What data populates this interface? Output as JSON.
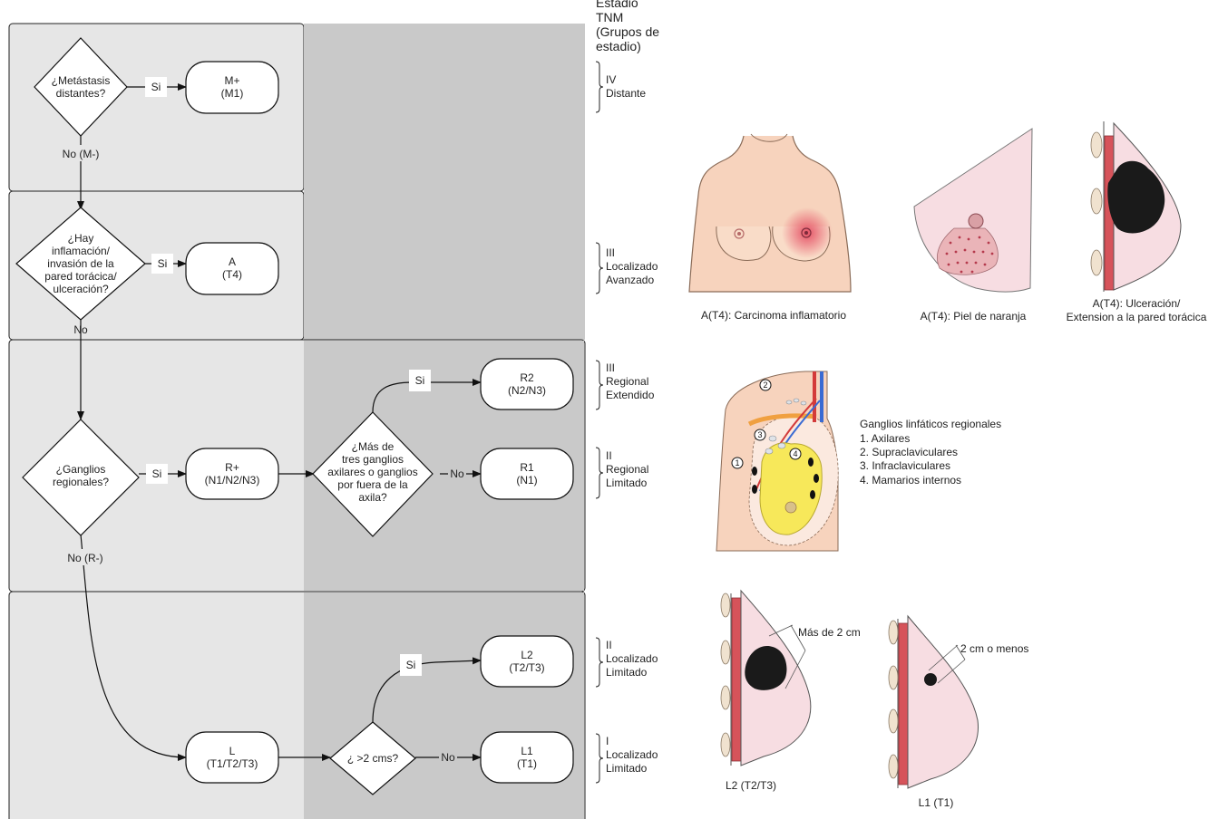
{
  "stage_header": [
    "Estadio",
    "TNM",
    "(Grupos de",
    "estadio)"
  ],
  "nodes": {
    "q_metastasis": [
      "¿Metástasis",
      "distantes?"
    ],
    "r_mplus": [
      "M+",
      "(M1)"
    ],
    "q_inflamacion": [
      "¿Hay",
      "inflamación/",
      "invasión de la",
      "pared torácica/",
      "ulceración?"
    ],
    "r_a": [
      "A",
      "(T4)"
    ],
    "q_ganglios": [
      "¿Ganglios",
      "regionales?"
    ],
    "r_rplus": [
      "R+",
      "(N1/N2/N3)"
    ],
    "q_tres": [
      "¿Más de",
      "tres ganglios",
      "axilares o ganglios",
      "por fuera de la",
      "axila?"
    ],
    "r_r2": [
      "R2",
      "(N2/N3)"
    ],
    "r_r1": [
      "R1",
      "(N1)"
    ],
    "r_l": [
      "L",
      "(T1/T2/T3)"
    ],
    "q_size": [
      "¿ >2 cms?"
    ],
    "r_l2": [
      "L2",
      "(T2/T3)"
    ],
    "r_l1": [
      "L1",
      "(T1)"
    ]
  },
  "edge_labels": {
    "si": "Si",
    "no": "No",
    "no_m": "No (M-)",
    "no_r": "No (R-)"
  },
  "stages": [
    [
      "IV",
      "Distante"
    ],
    [
      "III",
      "Localizado",
      "Avanzado"
    ],
    [
      "III",
      "Regional",
      "Extendido"
    ],
    [
      "II",
      "Regional",
      "Limitado"
    ],
    [
      "II",
      "Localizado",
      "Limitado"
    ],
    [
      "I",
      "Localizado",
      "Limitado"
    ]
  ],
  "captions": {
    "inflamatorio": [
      "A(T4): Carcinoma inflamatorio"
    ],
    "naranja": [
      "A(T4): Piel de naranja"
    ],
    "ulceracion": [
      "A(T4): Ulceración/",
      "Extension a la pared torácica"
    ],
    "l2": [
      "L2 (T2/T3)"
    ],
    "l1": [
      "L1 (T1)"
    ],
    "mas2": [
      "Más de 2 cm"
    ],
    "menos2": [
      "2 cm o menos"
    ]
  },
  "lymph": {
    "title": "Ganglios linfáticos regionales",
    "items": [
      "1. Axilares",
      "2. Supraclaviculares",
      "3. Infraclaviculares",
      "4. Mamarios internos"
    ],
    "markers": [
      "1",
      "2",
      "3",
      "4"
    ]
  },
  "colors": {
    "panel_light": "#e6e6e6",
    "panel_dark": "#c9c9c9",
    "skin": "#f7d3bd",
    "skin_outline": "#8a6b57",
    "breast_pink": "#f7dde2",
    "muscle": "#d6535a",
    "tumor": "#1a1a1a",
    "fat": "#f7e85a"
  }
}
